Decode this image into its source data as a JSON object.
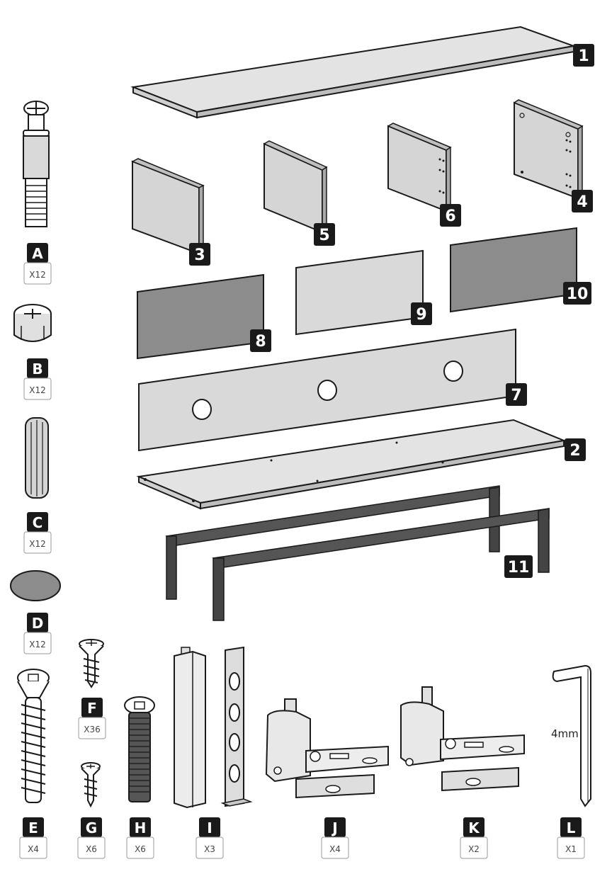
{
  "panel_numbers": [
    "1",
    "2",
    "3",
    "4",
    "5",
    "6",
    "7",
    "8",
    "9",
    "10",
    "11"
  ],
  "hardware": [
    {
      "letter": "A",
      "qty": "X12"
    },
    {
      "letter": "B",
      "qty": "X12"
    },
    {
      "letter": "C",
      "qty": "X12"
    },
    {
      "letter": "D",
      "qty": "X12"
    },
    {
      "letter": "E",
      "qty": "X4"
    },
    {
      "letter": "F",
      "qty": "X36"
    },
    {
      "letter": "G",
      "qty": "X6"
    },
    {
      "letter": "H",
      "qty": "X6"
    },
    {
      "letter": "I",
      "qty": "X3"
    },
    {
      "letter": "J",
      "qty": "X4"
    },
    {
      "letter": "K",
      "qty": "X2"
    },
    {
      "letter": "L",
      "qty": "X1"
    }
  ],
  "allen_key_size": "4mm",
  "colors": {
    "panel_light": "#d9d9d9",
    "panel_dark": "#8c8c8c",
    "label_bg": "#1a1a1a",
    "outline": "#1a1a1a"
  }
}
